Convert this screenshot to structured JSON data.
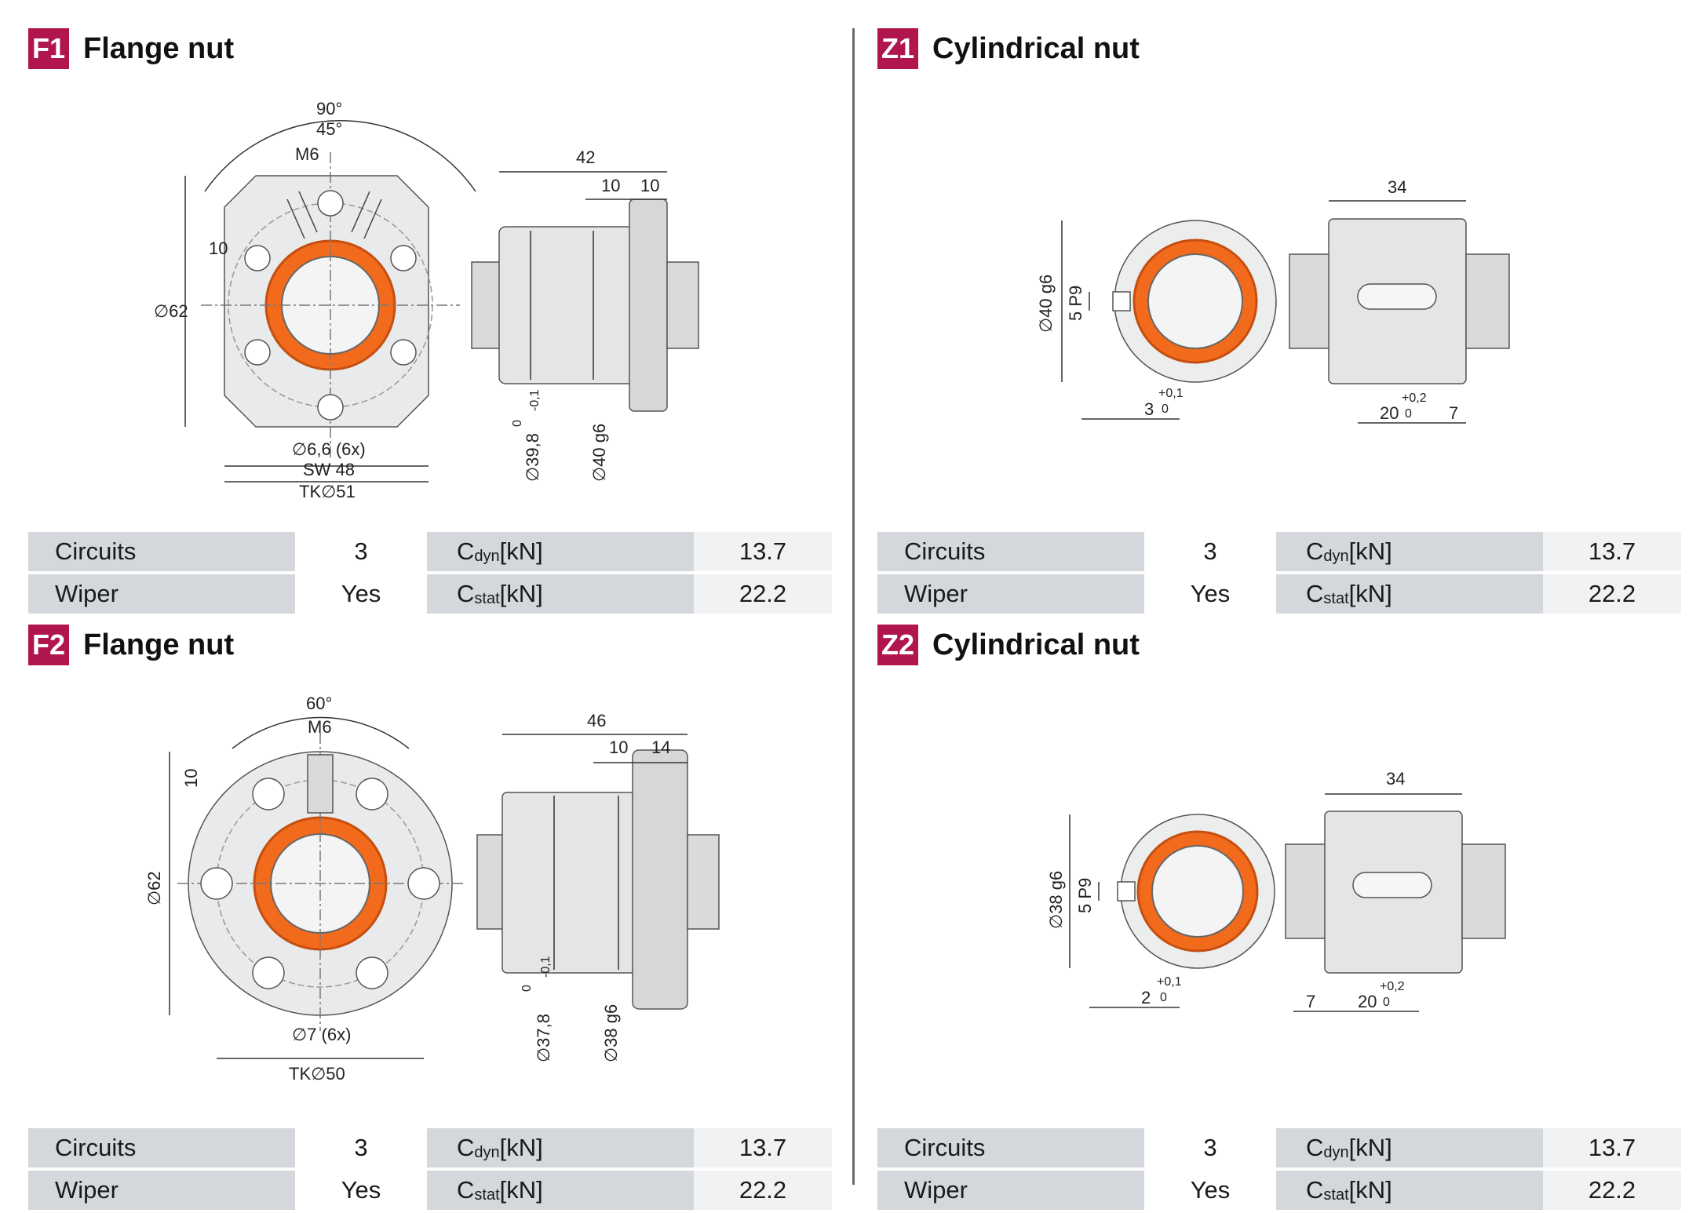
{
  "panels": [
    {
      "code": "F1",
      "title": "Flange nut",
      "dims": {
        "angle_large": "90°",
        "angle_small": "45°",
        "thread": "M6",
        "thread_depth": "10",
        "diameter": "∅62",
        "holes": "∅6,6 (6x)",
        "wrench": "SW 48",
        "pitch_circle": "TK∅51",
        "length": "42",
        "seg_a": "10",
        "seg_b": "10",
        "body_diameter": "∅39,8",
        "body_tol_upper": "0",
        "body_tol_lower": "-0,1",
        "fit_diameter": "∅40 g6"
      },
      "specs": {
        "circuits_label": "Circuits",
        "circuits_value": "3",
        "wiper_label": "Wiper",
        "wiper_value": "Yes",
        "cdyn_main": "C",
        "cdyn_sub": "dyn",
        "cdyn_unit": " [kN]",
        "cdyn_value": "13.7",
        "cstat_main": "C",
        "cstat_sub": "stat",
        "cstat_unit": " [kN]",
        "cstat_value": "22.2"
      }
    },
    {
      "code": "Z1",
      "title": "Cylindrical nut",
      "dims": {
        "diameter": "∅40 g6",
        "key": "5 P9",
        "key_depth": "3",
        "key_depth_tol_upper": "+0,1",
        "key_depth_tol_lower": "0",
        "length": "34",
        "slot_length": "20",
        "slot_tol_upper": "+0,2",
        "slot_tol_lower": "0",
        "slot_offset": "7"
      },
      "specs": {
        "circuits_label": "Circuits",
        "circuits_value": "3",
        "wiper_label": "Wiper",
        "wiper_value": "Yes",
        "cdyn_main": "C",
        "cdyn_sub": "dyn",
        "cdyn_unit": " [kN]",
        "cdyn_value": "13.7",
        "cstat_main": "C",
        "cstat_sub": "stat",
        "cstat_unit": " [kN]",
        "cstat_value": "22.2"
      }
    },
    {
      "code": "F2",
      "title": "Flange nut",
      "dims": {
        "angle": "60°",
        "thread": "M6",
        "thread_depth": "10",
        "diameter": "∅62",
        "holes": "∅7 (6x)",
        "pitch_circle": "TK∅50",
        "length": "46",
        "seg_a": "10",
        "seg_b": "14",
        "body_diameter": "∅37,8",
        "body_tol_upper": "0",
        "body_tol_lower": "-0,1",
        "fit_diameter": "∅38 g6"
      },
      "specs": {
        "circuits_label": "Circuits",
        "circuits_value": "3",
        "wiper_label": "Wiper",
        "wiper_value": "Yes",
        "cdyn_main": "C",
        "cdyn_sub": "dyn",
        "cdyn_unit": " [kN]",
        "cdyn_value": "13.7",
        "cstat_main": "C",
        "cstat_sub": "stat",
        "cstat_unit": " [kN]",
        "cstat_value": "22.2"
      }
    },
    {
      "code": "Z2",
      "title": "Cylindrical nut",
      "dims": {
        "diameter": "∅38 g6",
        "key": "5 P9",
        "key_depth": "2",
        "key_depth_tol_upper": "+0,1",
        "key_depth_tol_lower": "0",
        "length": "34",
        "slot_length": "20",
        "slot_tol_upper": "+0,2",
        "slot_tol_lower": "0",
        "slot_offset": "7"
      },
      "specs": {
        "circuits_label": "Circuits",
        "circuits_value": "3",
        "wiper_label": "Wiper",
        "wiper_value": "Yes",
        "cdyn_main": "C",
        "cdyn_sub": "dyn",
        "cdyn_unit": " [kN]",
        "cdyn_value": "13.7",
        "cstat_main": "C",
        "cstat_sub": "stat",
        "cstat_unit": " [kN]",
        "cstat_value": "22.2"
      }
    }
  ],
  "colors": {
    "badge": "#b0164d",
    "ring": "#f26a1b",
    "ring_edge": "#c44f10",
    "label_cell": "#d4d7db",
    "value_cell": "#f1f2f3",
    "divider": "#6a6a6a"
  }
}
